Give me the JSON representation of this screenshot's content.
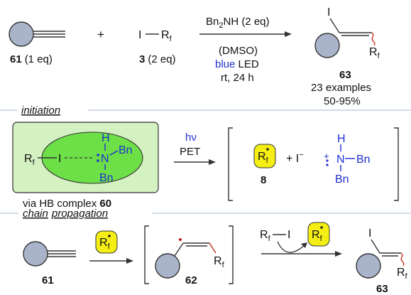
{
  "colors": {
    "ring_fill": "#a9b4cb",
    "blue_text": "#1f2fd0",
    "radical_highlight": "#f4ee14",
    "complex_box_fill": "#d4f1c2",
    "complex_oval_fill": "#6ddf47",
    "wavy_bond": "#d03020",
    "radical_dot": "#c01818",
    "divider": "#b9c3dc"
  },
  "reaction": {
    "reactant_label": "61",
    "reactant_eq": "(1 eq)",
    "plus": "+",
    "reagent_I": "I",
    "reagent_R": "R",
    "reagent_sub": "f",
    "reagent_label": "3",
    "reagent_eq": "(2 eq)",
    "cond_amine": "Bn",
    "cond_amine_sub": "2",
    "cond_amine_rest": "NH (2 eq)",
    "cond_solvent": "(DMSO)",
    "cond_light_blue": "blue",
    "cond_light_rest": " LED",
    "cond_time": "rt, 24 h",
    "product_I": "I",
    "product_R": "R",
    "product_sub": "f",
    "product_label": "63",
    "product_examples": "23 examples",
    "product_yield": "50-95%"
  },
  "initiation": {
    "title": "initiation",
    "complex_R": "R",
    "complex_sub": "f",
    "complex_I": "I",
    "complex_H": "H",
    "complex_N": "N",
    "complex_Bn1": "Bn",
    "complex_Bn2": "Bn",
    "complex_caption": "via HB complex ",
    "complex_label": "60",
    "arrow_hv": "hν",
    "arrow_pet": "PET",
    "radical_R": "R",
    "radical_sub": "f",
    "radical_label": "8",
    "plus_iodide": "+ I",
    "iodide_charge": "−",
    "cation_charge": "+",
    "cation_H": "H",
    "cation_N": "N",
    "cation_Bn1": "Bn",
    "cation_Bn2": "Bn"
  },
  "propagation": {
    "title_1": "chain",
    "title_2": "propagation",
    "alkyne_label": "61",
    "radical_R": "R",
    "radical_sub": "f",
    "vinyl_R": "R",
    "vinyl_sub": "f",
    "vinyl_label": "62",
    "reagent_R": "R",
    "reagent_sub": "f",
    "reagent_I": "I",
    "regen_R": "R",
    "regen_sub": "f",
    "product_I": "I",
    "product_R": "R",
    "product_sub": "f",
    "product_label": "63"
  }
}
